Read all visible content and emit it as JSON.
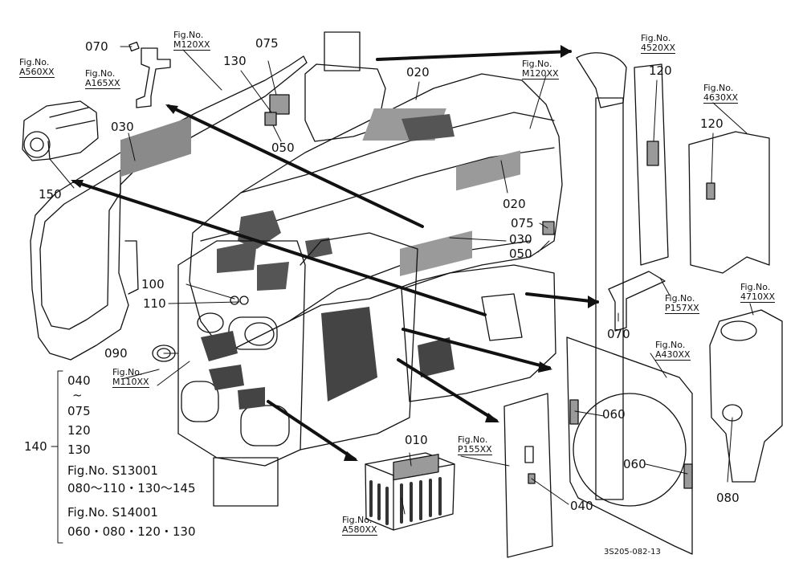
{
  "figures": [
    {
      "id": "a560",
      "label": "Fig.No.",
      "number": "A560XX"
    },
    {
      "id": "a165",
      "label": "Fig.No.",
      "number": "A165XX"
    },
    {
      "id": "m120a",
      "label": "Fig.No.",
      "number": "M120XX"
    },
    {
      "id": "m120b",
      "label": "Fig.No.",
      "number": "M120XX"
    },
    {
      "id": "4520",
      "label": "Fig.No.",
      "number": "4520XX"
    },
    {
      "id": "4630",
      "label": "Fig.No.",
      "number": "4630XX"
    },
    {
      "id": "4710",
      "label": "Fig.No.",
      "number": "4710XX"
    },
    {
      "id": "p157",
      "label": "Fig.No.",
      "number": "P157XX"
    },
    {
      "id": "a430",
      "label": "Fig.No.",
      "number": "A430XX"
    },
    {
      "id": "m110",
      "label": "Fig.No.",
      "number": "M110XX"
    },
    {
      "id": "p155",
      "label": "Fig.No.",
      "number": "P155XX"
    },
    {
      "id": "a580",
      "label": "Fig.No.",
      "number": "A580XX"
    }
  ],
  "callouts": [
    {
      "id": "c070a",
      "text": "070"
    },
    {
      "id": "c075a",
      "text": "075"
    },
    {
      "id": "c130a",
      "text": "130"
    },
    {
      "id": "c050a",
      "text": "050"
    },
    {
      "id": "c030a",
      "text": "030"
    },
    {
      "id": "c150",
      "text": "150"
    },
    {
      "id": "c020a",
      "text": "020"
    },
    {
      "id": "c020b",
      "text": "020"
    },
    {
      "id": "c075b",
      "text": "075"
    },
    {
      "id": "c030b",
      "text": "030"
    },
    {
      "id": "c050b",
      "text": "050"
    },
    {
      "id": "c120a",
      "text": "120"
    },
    {
      "id": "c120b",
      "text": "120"
    },
    {
      "id": "c100",
      "text": "100"
    },
    {
      "id": "c110",
      "text": "110"
    },
    {
      "id": "c090",
      "text": "090"
    },
    {
      "id": "c070b",
      "text": "070"
    },
    {
      "id": "c060a",
      "text": "060"
    },
    {
      "id": "c060b",
      "text": "060"
    },
    {
      "id": "c040",
      "text": "040"
    },
    {
      "id": "c080",
      "text": "080"
    },
    {
      "id": "c010",
      "text": "010"
    }
  ],
  "group_list": {
    "range_start": "040",
    "range_sep": "~",
    "range_end": "075",
    "item_1": "120",
    "item_2": "130",
    "group_number": "140",
    "set_1_title": "Fig.No. S13001",
    "set_1_items": "080～110・130～145",
    "set_2_title": "Fig.No. S14001",
    "set_2_items": "060・080・120・130"
  },
  "drawing_code": "3S205-082-13"
}
